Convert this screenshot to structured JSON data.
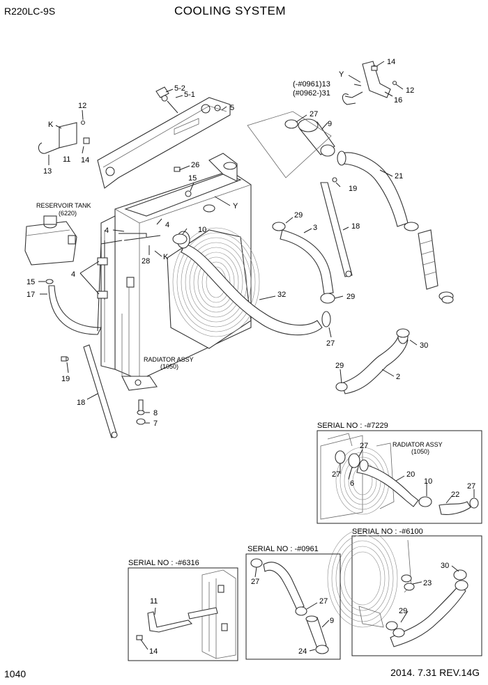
{
  "header": {
    "model": "R220LC-9S",
    "title": "COOLING SYSTEM"
  },
  "footer": {
    "page_number": "1040",
    "revision": "2014. 7.31  REV.14G"
  },
  "main_labels": [
    {
      "id": "reservoir_tank",
      "text": "RESERVOIR TANK"
    },
    {
      "id": "reservoir_code",
      "text": "(6220)"
    },
    {
      "id": "radiator_assy",
      "text": "RADIATOR ASSY"
    },
    {
      "id": "radiator_code",
      "text": "(1050)"
    }
  ],
  "callouts": [
    {
      "id": "c14a",
      "text": "14"
    },
    {
      "id": "cYa",
      "text": "Y"
    },
    {
      "id": "c13_note",
      "text": "(-#0961)13"
    },
    {
      "id": "c31_note",
      "text": "(#0962-)31"
    },
    {
      "id": "c12a",
      "text": "12"
    },
    {
      "id": "c16",
      "text": "16"
    },
    {
      "id": "c5_2",
      "text": "5-2"
    },
    {
      "id": "c5_1",
      "text": "5-1"
    },
    {
      "id": "c5",
      "text": "5"
    },
    {
      "id": "c12b",
      "text": "12"
    },
    {
      "id": "cK1",
      "text": "K"
    },
    {
      "id": "c11",
      "text": "11"
    },
    {
      "id": "c14b",
      "text": "14"
    },
    {
      "id": "c13",
      "text": "13"
    },
    {
      "id": "c27a",
      "text": "27"
    },
    {
      "id": "c9",
      "text": "9"
    },
    {
      "id": "c21",
      "text": "21"
    },
    {
      "id": "c26",
      "text": "26"
    },
    {
      "id": "c15a",
      "text": "15"
    },
    {
      "id": "c19a",
      "text": "19"
    },
    {
      "id": "cYb",
      "text": "Y"
    },
    {
      "id": "c29a",
      "text": "29"
    },
    {
      "id": "c3",
      "text": "3"
    },
    {
      "id": "c18a",
      "text": "18"
    },
    {
      "id": "c4a",
      "text": "4"
    },
    {
      "id": "c4b",
      "text": "4"
    },
    {
      "id": "c10",
      "text": "10"
    },
    {
      "id": "c28",
      "text": "28"
    },
    {
      "id": "cK2",
      "text": "K"
    },
    {
      "id": "c4c",
      "text": "4"
    },
    {
      "id": "c15b",
      "text": "15"
    },
    {
      "id": "c17",
      "text": "17"
    },
    {
      "id": "c32",
      "text": "32"
    },
    {
      "id": "c29b",
      "text": "29"
    },
    {
      "id": "c27b",
      "text": "27"
    },
    {
      "id": "c30",
      "text": "30"
    },
    {
      "id": "c29c",
      "text": "29"
    },
    {
      "id": "c2",
      "text": "2"
    },
    {
      "id": "c19b",
      "text": "19"
    },
    {
      "id": "c18b",
      "text": "18"
    },
    {
      "id": "c8",
      "text": "8"
    },
    {
      "id": "c7",
      "text": "7"
    }
  ],
  "insets": [
    {
      "id": "inset_7229",
      "serial": "SERIAL NO : -#7229",
      "labels": [
        {
          "id": "i1_rad",
          "text": "RADIATOR ASSY"
        },
        {
          "id": "i1_code",
          "text": "(1050)"
        },
        {
          "id": "i1_27a",
          "text": "27"
        },
        {
          "id": "i1_27b",
          "text": "27"
        },
        {
          "id": "i1_6",
          "text": "6"
        },
        {
          "id": "i1_20",
          "text": "20"
        },
        {
          "id": "i1_10",
          "text": "10"
        },
        {
          "id": "i1_22",
          "text": "22"
        },
        {
          "id": "i1_27c",
          "text": "27"
        }
      ]
    },
    {
      "id": "inset_6100",
      "serial": "SERIAL NO : -#6100",
      "labels": [
        {
          "id": "i2_30",
          "text": "30"
        },
        {
          "id": "i2_23",
          "text": "23"
        },
        {
          "id": "i2_29",
          "text": "29"
        }
      ]
    },
    {
      "id": "inset_0961",
      "serial": "SERIAL NO : -#0961",
      "labels": [
        {
          "id": "i3_27a",
          "text": "27"
        },
        {
          "id": "i3_27b",
          "text": "27"
        },
        {
          "id": "i3_9",
          "text": "9"
        },
        {
          "id": "i3_24",
          "text": "24"
        }
      ]
    },
    {
      "id": "inset_6316",
      "serial": "SERIAL NO : -#6316",
      "labels": [
        {
          "id": "i4_11",
          "text": "11"
        },
        {
          "id": "i4_14",
          "text": "14"
        }
      ]
    }
  ]
}
